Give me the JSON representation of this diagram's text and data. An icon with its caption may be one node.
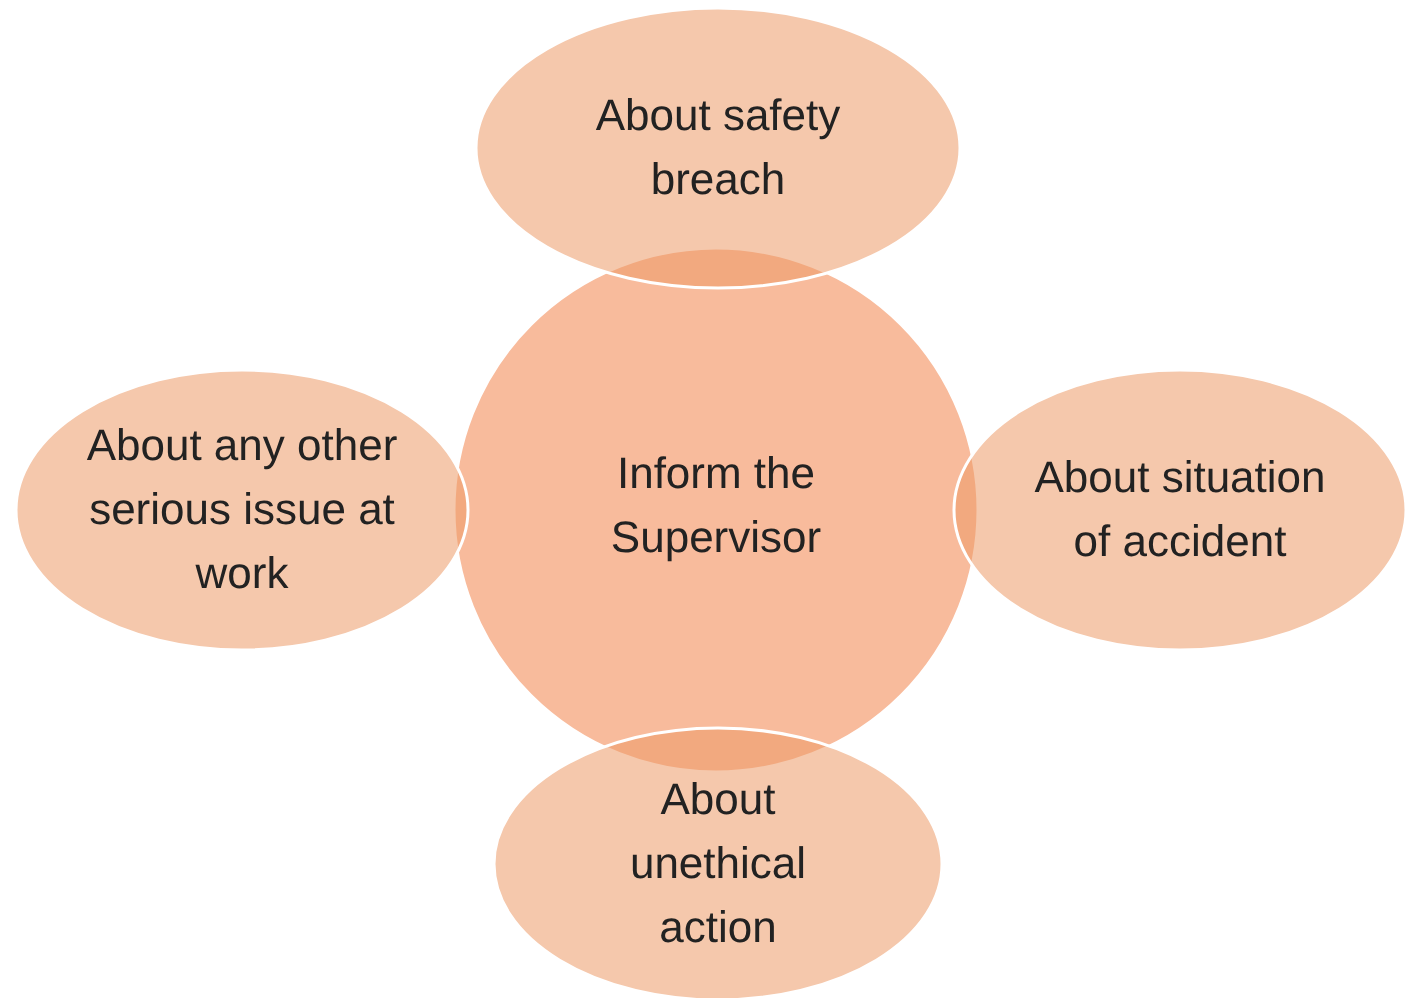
{
  "diagram": {
    "nodes": [
      {
        "text": [
          "About safety breach"
        ]
      },
      {
        "text": [
          "About any other serious issue at work"
        ]
      },
      {
        "text": [
          "Inform the Supervisor"
        ]
      },
      {
        "text": [
          "About situation of accident"
        ]
      },
      {
        "text": [
          "About unethical action"
        ]
      }
    ]
  }
}
